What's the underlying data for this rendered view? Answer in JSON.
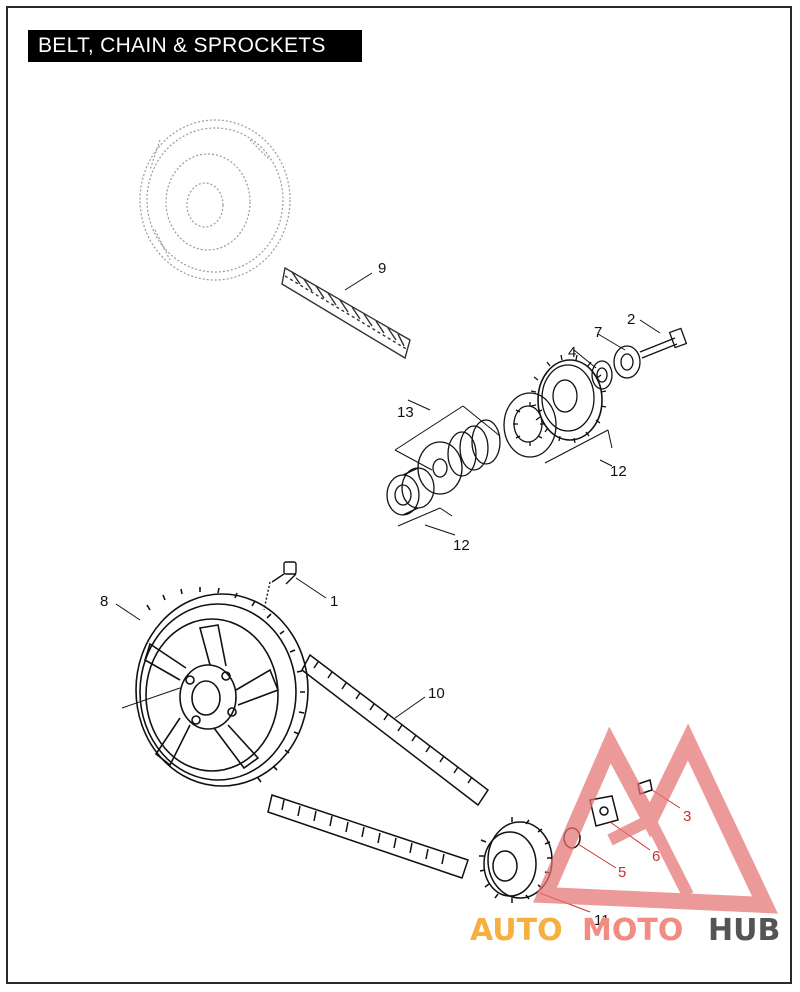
{
  "page_title": "BELT, CHAIN & SPROCKETS",
  "callouts": {
    "c1": "1",
    "c2": "2",
    "c3": "3",
    "c4": "4",
    "c5": "5",
    "c6": "6",
    "c7": "7",
    "c8": "8",
    "c9": "9",
    "c10": "10",
    "c11": "11",
    "c12a": "12",
    "c12b": "12",
    "c13": "13"
  },
  "watermark": {
    "part1": "AUTO",
    "part2": "MOTO",
    "part3": "HUB",
    "color1": "#f5b041",
    "color2": "#f28b82",
    "color3": "#555555",
    "logo_color": "#e57373"
  },
  "colors": {
    "line": "#111111",
    "ghost": "#9a9a9a",
    "callout_red": "#c9302c"
  }
}
